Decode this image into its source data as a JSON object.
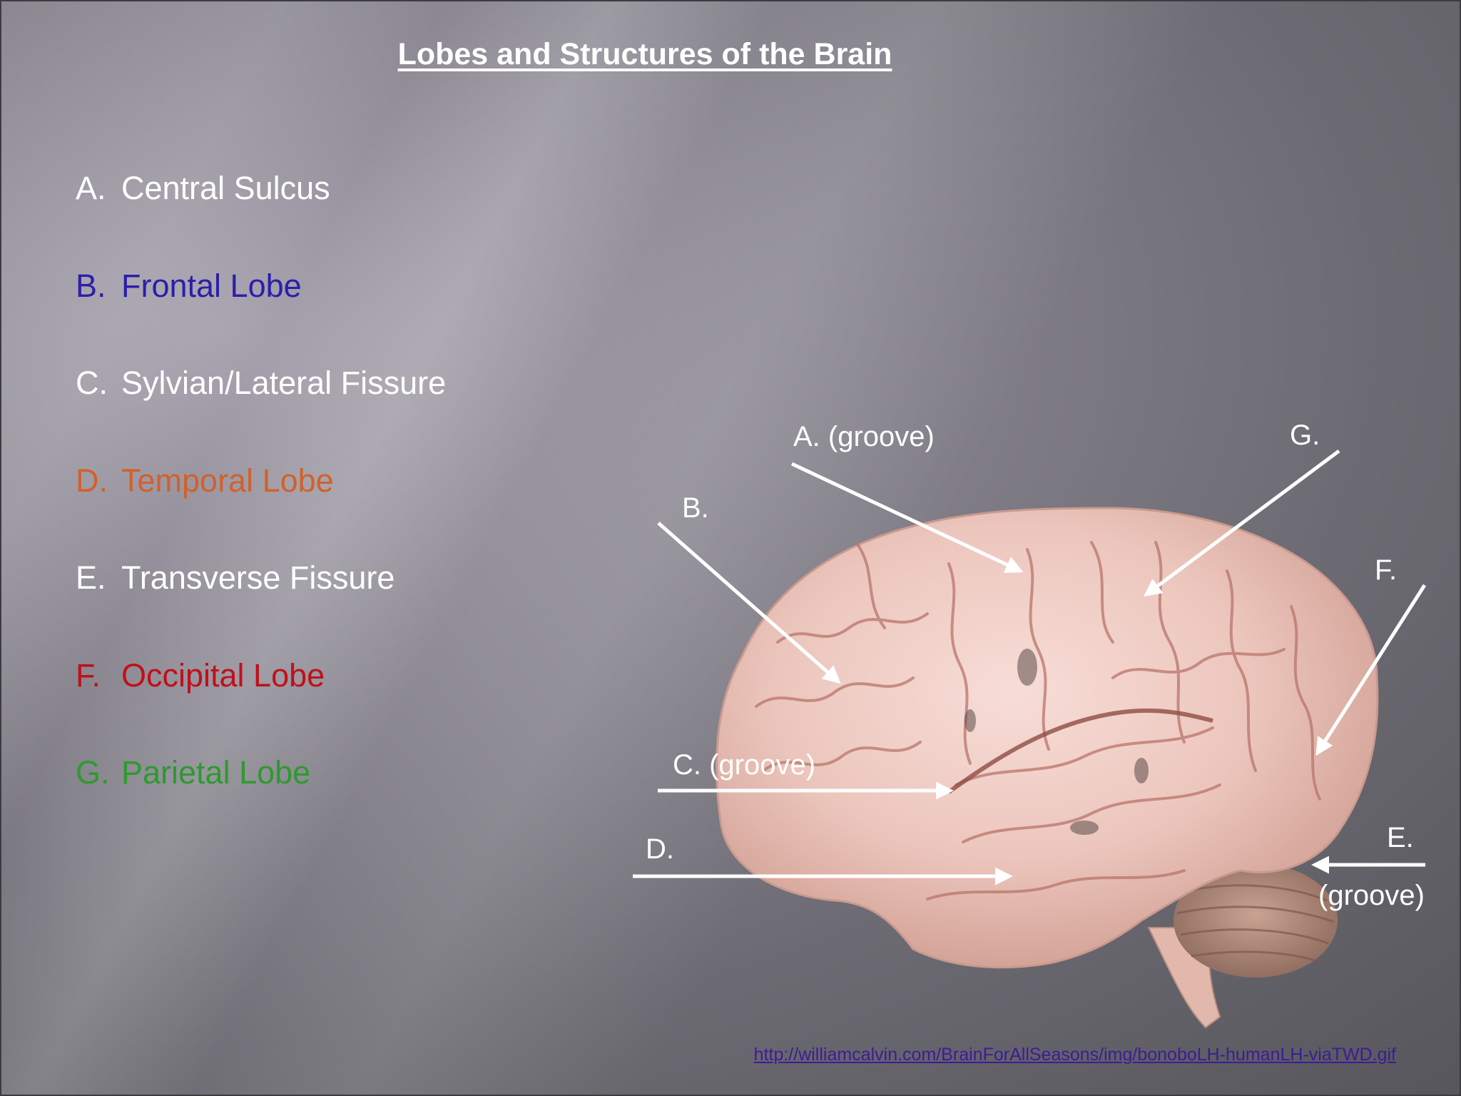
{
  "slide": {
    "title": "Lobes and Structures of the Brain",
    "legend": [
      {
        "letter": "A.",
        "name": "Central Sulcus",
        "color": "#ffffff"
      },
      {
        "letter": "B.",
        "name": "Frontal Lobe",
        "color": "#2b1fa8"
      },
      {
        "letter": "C.",
        "name": "Sylvian/Lateral Fissure",
        "color": "#ffffff"
      },
      {
        "letter": "D.",
        "name": "Temporal Lobe",
        "color": "#d2612a"
      },
      {
        "letter": "E.",
        "name": "Transverse Fissure",
        "color": "#ffffff"
      },
      {
        "letter": "F.",
        "name": "Occipital Lobe",
        "color": "#c0101a"
      },
      {
        "letter": "G.",
        "name": "Parietal Lobe",
        "color": "#2e9a2e"
      }
    ],
    "figure_labels": {
      "a": "A. (groove)",
      "b": "B.",
      "c": "C. (groove)",
      "d": "D.",
      "e": "E.",
      "e_note": "(groove)",
      "f": "F.",
      "g": "G."
    },
    "source_url": "http://williamcalvin.com/BrainForAllSeasons/img/bonoboLH-humanLH-viaTWD.gif"
  }
}
